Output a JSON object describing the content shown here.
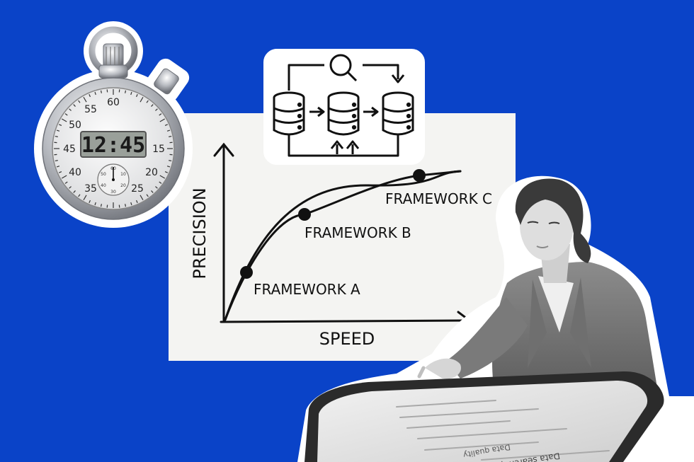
{
  "stopwatch": {
    "digital_time": "12:45",
    "dial_numbers": [
      "55",
      "60",
      "50",
      "45",
      "40",
      "35",
      "25",
      "20",
      "15"
    ],
    "subdial_numbers": [
      "60",
      "50",
      "40",
      "30",
      "20",
      "10"
    ]
  },
  "pipeline": {
    "icons": [
      "database-icon",
      "search-icon",
      "arrow-icon"
    ]
  },
  "chart_data": {
    "type": "line",
    "xlabel": "SPEED",
    "ylabel": "PRECISION",
    "points": [
      {
        "label": "FRAMEWORK A"
      },
      {
        "label": "FRAMEWORK B"
      },
      {
        "label": "FRAMEWORK C"
      }
    ],
    "grid": false
  },
  "tablet": {
    "visible_lines": [
      "Data quality",
      "Data search quality"
    ]
  },
  "colors": {
    "background": "#0a43c8",
    "card": "#f4f4f2",
    "ink": "#111111"
  }
}
